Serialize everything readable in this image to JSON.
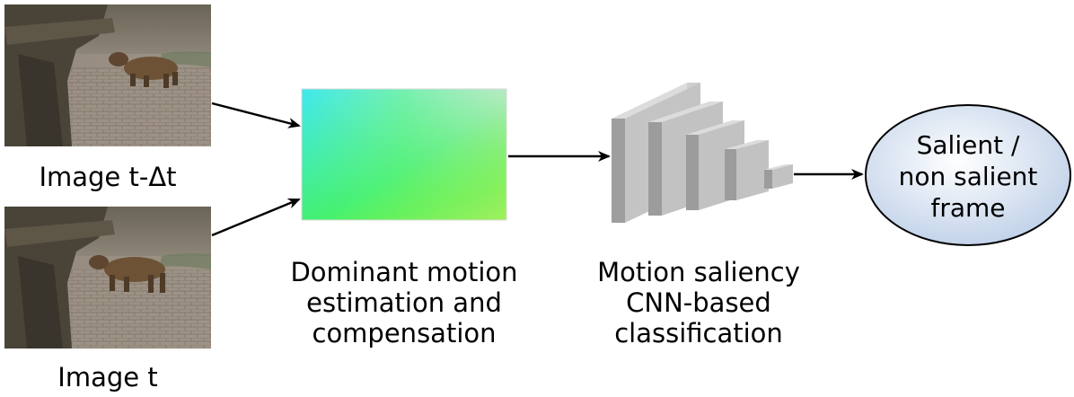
{
  "frames": [
    {
      "caption": "Image t-Δt"
    },
    {
      "caption": "Image t"
    }
  ],
  "steps": {
    "motion": {
      "lines": [
        "Dominant motion",
        "estimation and",
        "compensation"
      ]
    },
    "cnn": {
      "lines": [
        "Motion saliency",
        "CNN-based",
        "classification"
      ]
    }
  },
  "output": {
    "lines": [
      "Salient /",
      "non salient",
      "frame"
    ]
  },
  "colors": {
    "ellipse_fill": "#d8e3f3",
    "ellipse_stroke": "#000000",
    "flow_cyan": "#3fe8f0",
    "flow_green": "#43f25a",
    "flow_lime": "#a8f05a",
    "cnn_block": "#b8b8b8"
  }
}
